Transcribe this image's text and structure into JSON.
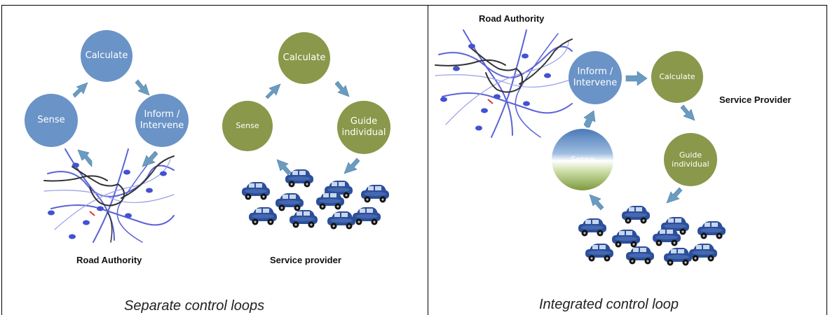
{
  "separate": {
    "caption": "Separate control loops",
    "road_authority": {
      "label": "Road Authority",
      "calculate": "Calculate",
      "sense": "Sense",
      "inform_line1": "Inform /",
      "inform_line2": "Intervene"
    },
    "service_provider": {
      "label": "Service provider",
      "calculate": "Calculate",
      "sense": "Sense",
      "guide_line1": "Guide",
      "guide_line2": "individual"
    }
  },
  "integrated": {
    "caption": "Integrated control loop",
    "road_authority_label": "Road Authority",
    "service_provider_label": "Service Provider",
    "inform_line1": "Inform /",
    "inform_line2": "Intervene",
    "calculate": "Calculate",
    "sense": "Sense",
    "guide_line1": "Guide",
    "guide_line2": "individual"
  },
  "colors": {
    "road_authority_node": "#6a93c7",
    "service_provider_node": "#89984a",
    "arrow": "#6b9cc0",
    "car_body": "#2c4f9a",
    "road_line": "#5a63d6",
    "road_dark": "#333333"
  },
  "icons": [
    "road-map-image",
    "car-icon"
  ]
}
